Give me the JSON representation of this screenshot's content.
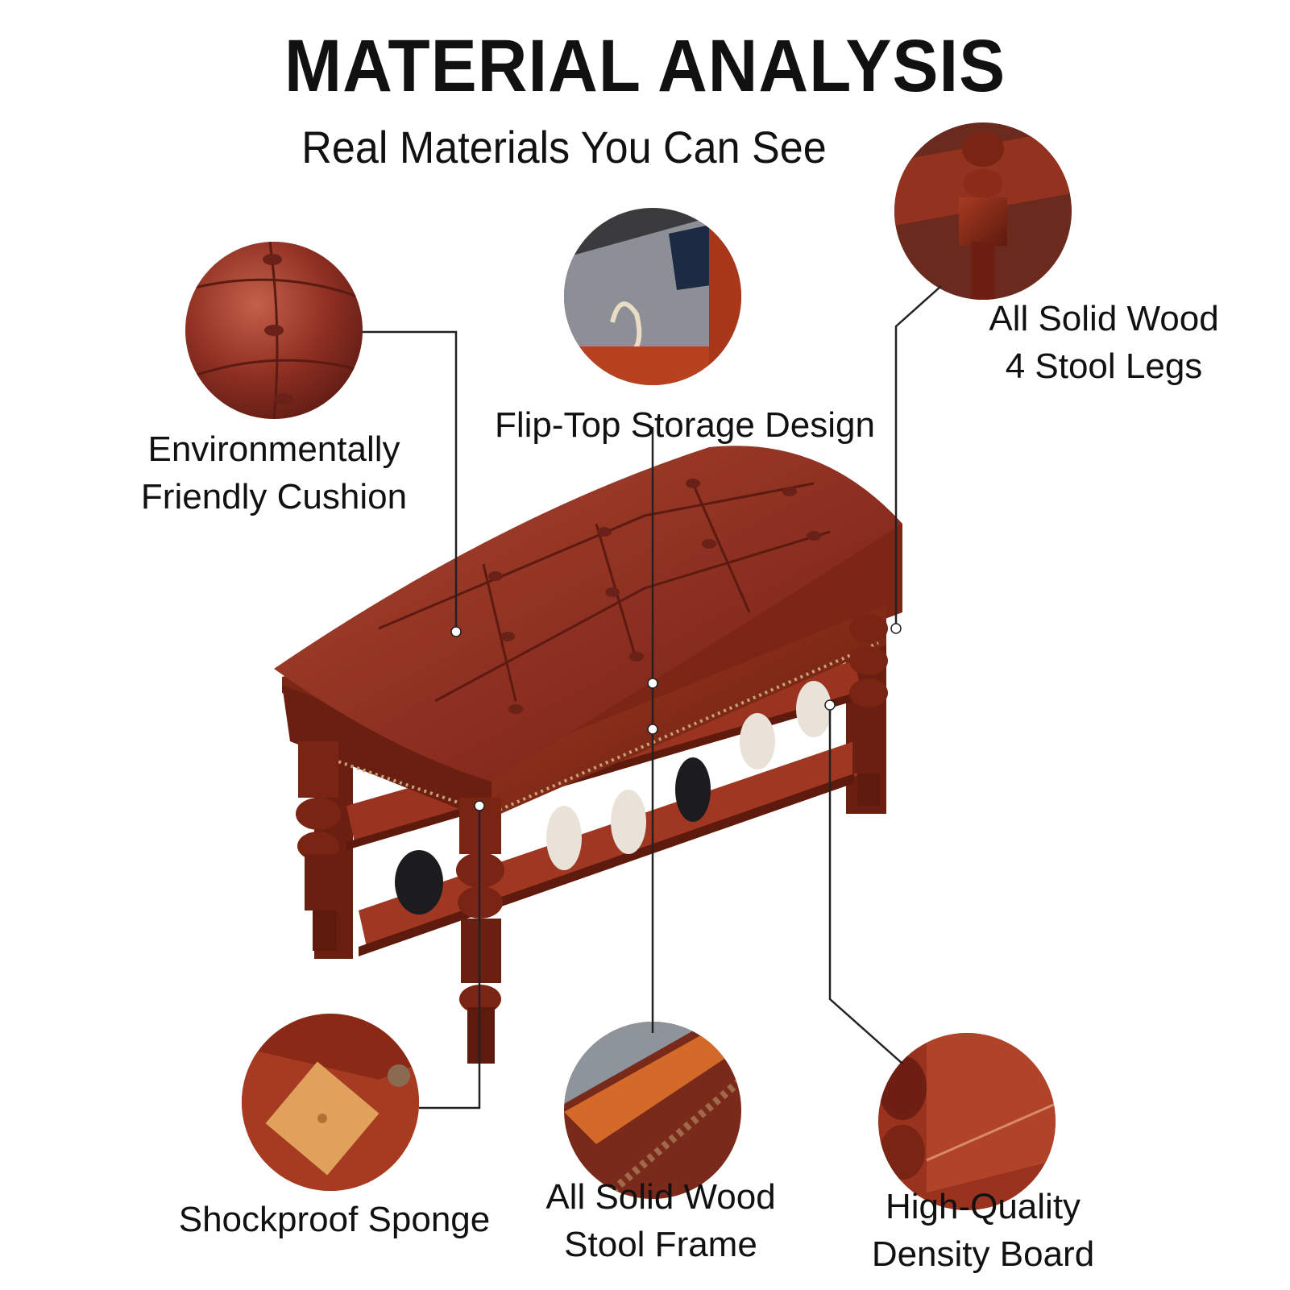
{
  "header": {
    "title": "MATERIAL ANALYSIS",
    "subtitle": "Real Materials You Can See"
  },
  "callouts": {
    "cushion": {
      "line1": "Environmentally",
      "line2": "Friendly Cushion"
    },
    "storage": {
      "line1": "Flip-Top Storage Design"
    },
    "legs": {
      "line1": "All Solid Wood",
      "line2": "4 Stool Legs"
    },
    "sponge": {
      "line1": "Shockproof Sponge"
    },
    "frame": {
      "line1": "All Solid Wood",
      "line2": "Stool Frame"
    },
    "board": {
      "line1": "High-Quality",
      "line2": "Density Board"
    }
  },
  "colors": {
    "leather": "#8e2f22",
    "leather_light": "#b4503c",
    "wood": "#7a2414",
    "wood_light": "#a63b22",
    "line": "#222222"
  }
}
